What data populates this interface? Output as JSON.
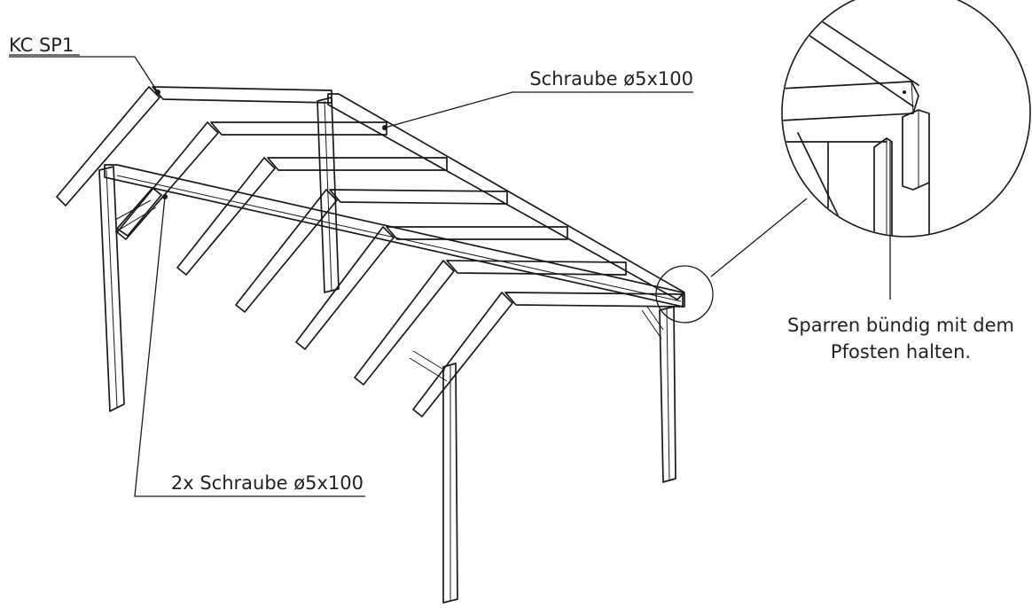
{
  "labels": {
    "part_code": "KC SP1",
    "screw_top": "Schraube ø5x100",
    "screw_bottom": "2x Schraube ø5x100",
    "note_line1": "Sparren bündig mit dem",
    "note_line2": "Pfosten halten."
  }
}
